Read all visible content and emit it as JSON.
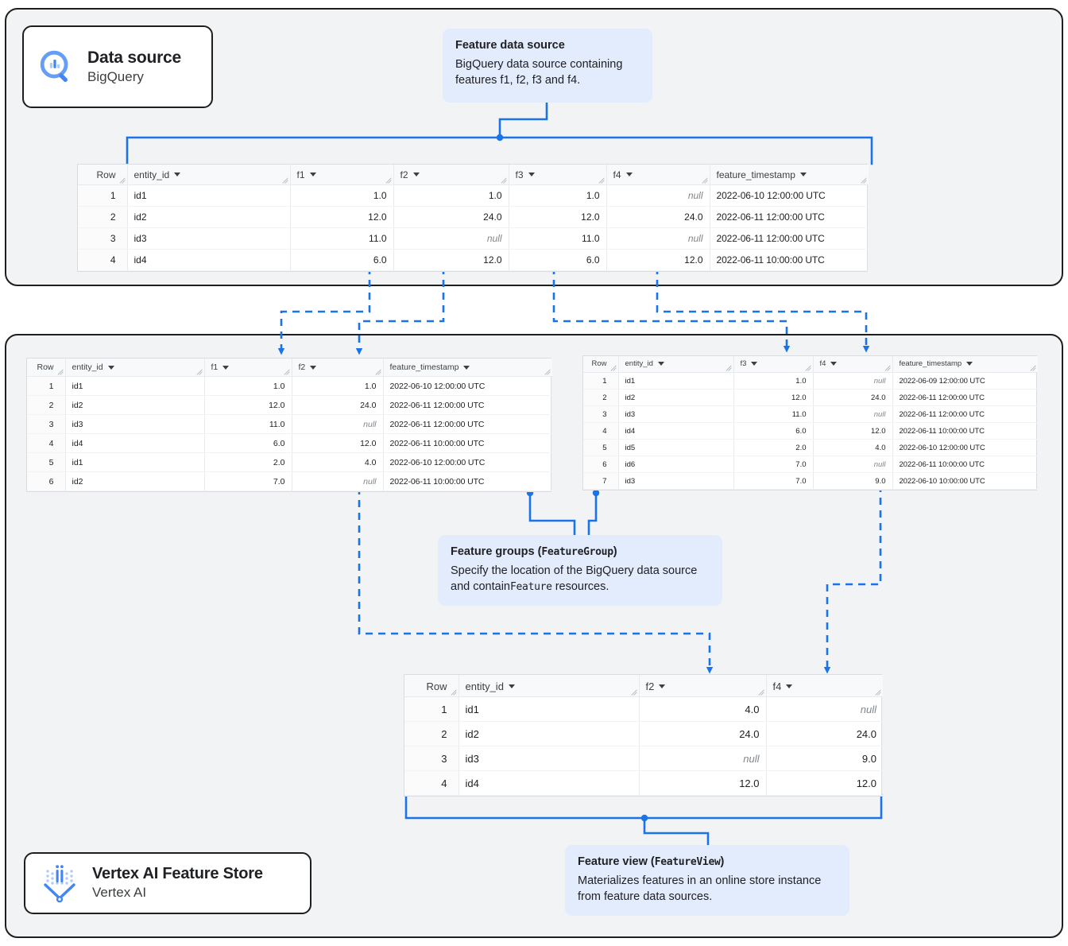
{
  "panels": {
    "source_panel_name": "Data source panel",
    "store_panel_name": "Vertex AI Feature Store panel"
  },
  "cards": {
    "bigquery": {
      "title": "Data source",
      "subtitle": "BigQuery",
      "icon": "bigquery-magnifier-icon"
    },
    "feature_store": {
      "title": "Vertex AI Feature Store",
      "subtitle": "Vertex AI",
      "icon": "vertex-ai-feature-store-icon"
    }
  },
  "callouts": {
    "feature_data_source": {
      "title": "Feature data source",
      "body": "BigQuery data source containing features f1, f2, f3 and f4."
    },
    "feature_groups": {
      "title_plain": "Feature groups (",
      "title_mono": "FeatureGroup",
      "title_close": ")",
      "body_part1": "Specify the location of the BigQuery data source and contain",
      "body_mono": "Feature",
      "body_part2": " resources."
    },
    "feature_view": {
      "title_plain": "Feature view (",
      "title_mono": "FeatureView",
      "title_close": ")",
      "body": "Materializes features in an online store instance from feature data sources."
    }
  },
  "colors": {
    "accent_blue": "#1a73e8",
    "callout_bg": "#e3ecfd",
    "panel_bg": "#f1f3f4",
    "border_dark": "#1f1f1f",
    "table_header_bg": "#f8f9fa",
    "grid_line": "#e8eaed",
    "null_text": "#80868b"
  },
  "tables": {
    "source": {
      "name": "feature-data-source-table",
      "columns": [
        "Row",
        "entity_id",
        "f1",
        "f2",
        "f3",
        "f4",
        "feature_timestamp"
      ],
      "rows": [
        {
          "row": "1",
          "entity_id": "id1",
          "f1": "1.0",
          "f2": "1.0",
          "f3": "1.0",
          "f4": "null",
          "feature_timestamp": "2022-06-10 12:00:00 UTC"
        },
        {
          "row": "2",
          "entity_id": "id2",
          "f1": "12.0",
          "f2": "24.0",
          "f3": "12.0",
          "f4": "24.0",
          "feature_timestamp": "2022-06-11 12:00:00 UTC"
        },
        {
          "row": "3",
          "entity_id": "id3",
          "f1": "11.0",
          "f2": "null",
          "f3": "11.0",
          "f4": "null",
          "feature_timestamp": "2022-06-11 12:00:00 UTC"
        },
        {
          "row": "4",
          "entity_id": "id4",
          "f1": "6.0",
          "f2": "12.0",
          "f3": "6.0",
          "f4": "12.0",
          "feature_timestamp": "2022-06-11 10:00:00 UTC"
        }
      ]
    },
    "feature_group_1": {
      "name": "feature-group-1-table",
      "columns": [
        "Row",
        "entity_id",
        "f1",
        "f2",
        "feature_timestamp"
      ],
      "rows": [
        {
          "row": "1",
          "entity_id": "id1",
          "f1": "1.0",
          "f2": "1.0",
          "feature_timestamp": "2022-06-10 12:00:00 UTC"
        },
        {
          "row": "2",
          "entity_id": "id2",
          "f1": "12.0",
          "f2": "24.0",
          "feature_timestamp": "2022-06-11 12:00:00 UTC"
        },
        {
          "row": "3",
          "entity_id": "id3",
          "f1": "11.0",
          "f2": "null",
          "feature_timestamp": "2022-06-11 12:00:00 UTC"
        },
        {
          "row": "4",
          "entity_id": "id4",
          "f1": "6.0",
          "f2": "12.0",
          "feature_timestamp": "2022-06-11 10:00:00 UTC"
        },
        {
          "row": "5",
          "entity_id": "id1",
          "f1": "2.0",
          "f2": "4.0",
          "feature_timestamp": "2022-06-10 12:00:00 UTC"
        },
        {
          "row": "6",
          "entity_id": "id2",
          "f1": "7.0",
          "f2": "null",
          "feature_timestamp": "2022-06-11 10:00:00 UTC"
        }
      ]
    },
    "feature_group_2": {
      "name": "feature-group-2-table",
      "columns": [
        "Row",
        "entity_id",
        "f3",
        "f4",
        "feature_timestamp"
      ],
      "rows": [
        {
          "row": "1",
          "entity_id": "id1",
          "f3": "1.0",
          "f4": "null",
          "feature_timestamp": "2022-06-09 12:00:00 UTC"
        },
        {
          "row": "2",
          "entity_id": "id2",
          "f3": "12.0",
          "f4": "24.0",
          "feature_timestamp": "2022-06-11 12:00:00 UTC"
        },
        {
          "row": "3",
          "entity_id": "id3",
          "f3": "11.0",
          "f4": "null",
          "feature_timestamp": "2022-06-11 12:00:00 UTC"
        },
        {
          "row": "4",
          "entity_id": "id4",
          "f3": "6.0",
          "f4": "12.0",
          "feature_timestamp": "2022-06-11 10:00:00 UTC"
        },
        {
          "row": "5",
          "entity_id": "id5",
          "f3": "2.0",
          "f4": "4.0",
          "feature_timestamp": "2022-06-10 12:00:00 UTC"
        },
        {
          "row": "6",
          "entity_id": "id6",
          "f3": "7.0",
          "f4": "null",
          "feature_timestamp": "2022-06-11 10:00:00 UTC"
        },
        {
          "row": "7",
          "entity_id": "id3",
          "f3": "7.0",
          "f4": "9.0",
          "feature_timestamp": "2022-06-10 10:00:00 UTC"
        }
      ]
    },
    "feature_view": {
      "name": "feature-view-table",
      "columns": [
        "Row",
        "entity_id",
        "f2",
        "f4"
      ],
      "rows": [
        {
          "row": "1",
          "entity_id": "id1",
          "f2": "4.0",
          "f4": "null"
        },
        {
          "row": "2",
          "entity_id": "id2",
          "f2": "24.0",
          "f4": "24.0"
        },
        {
          "row": "3",
          "entity_id": "id3",
          "f2": "null",
          "f4": "9.0"
        },
        {
          "row": "4",
          "entity_id": "id4",
          "f2": "12.0",
          "f4": "12.0"
        }
      ]
    }
  }
}
